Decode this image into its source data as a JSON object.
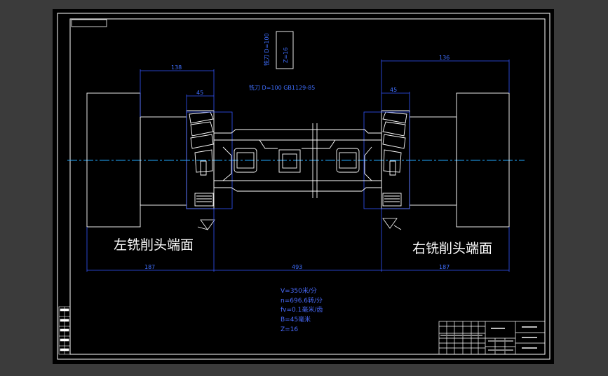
{
  "colors": {
    "outer_bg": "#3b3b3b",
    "sheet_bg": "#000000",
    "frame": "#ffffff",
    "dimension": "#3355ff",
    "centerline": "#22aaff",
    "text_white": "#ffffff"
  },
  "drawing": {
    "labels": {
      "left_face": "左铣削头端面",
      "right_face": "右铣削头端面"
    },
    "dimensions": {
      "top_left": "138",
      "top_right": "136",
      "small_left": "45",
      "small_right": "45",
      "bottom_left": "187",
      "bottom_center": "493",
      "bottom_right": "187"
    },
    "cutter_note": "铣刀 D=100  GB1129-85",
    "tool_box": {
      "line1": "铣刀 D=100",
      "line2": "Z=16"
    },
    "params": [
      "V=350米/分",
      "n=696.6转/分",
      "fv=0.1毫米/齿",
      "B=45毫米",
      "Z=16"
    ]
  }
}
